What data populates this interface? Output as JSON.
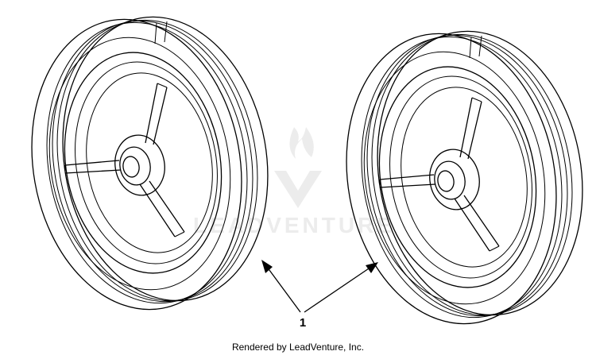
{
  "callout": {
    "number": "1"
  },
  "watermark": {
    "text": "LEADVENTURE"
  },
  "credit": {
    "text": "Rendered by LeadVenture, Inc."
  }
}
